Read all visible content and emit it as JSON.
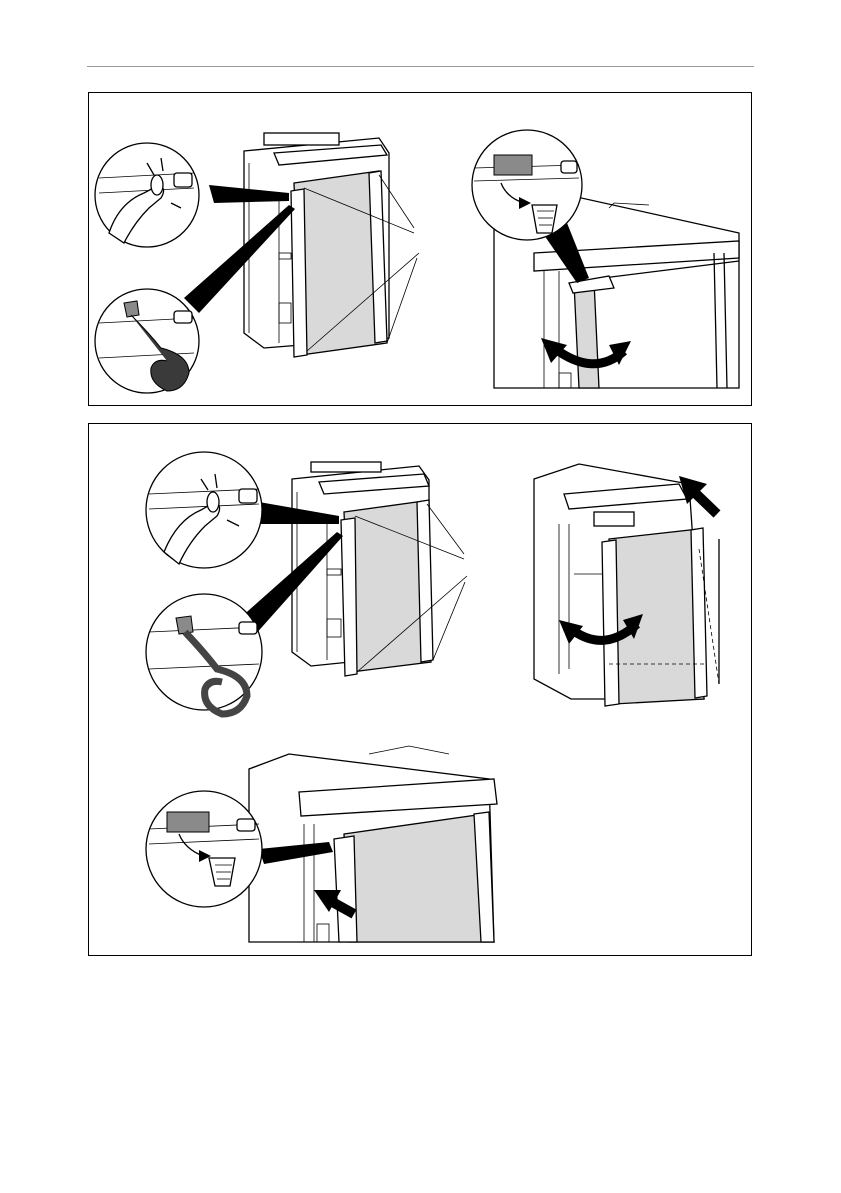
{
  "page": {
    "background": "#ffffff",
    "rule_color": "#9a9a9a",
    "door_panel_color": "#d9d9d9"
  },
  "figures": [
    {
      "scenes": [
        {
          "illustration": "fridge-door-panel-removal-left",
          "icons": [
            "finger-press-icon",
            "tape-roll-icon"
          ]
        },
        {
          "illustration": "fridge-door-hinge-swap-right",
          "icons": [
            "trash-basket-icon",
            "curved-double-arrow-icon"
          ]
        }
      ]
    },
    {
      "scenes": [
        {
          "illustration": "fridge-door-panel-removal-left",
          "icons": [
            "finger-press-icon",
            "tape-roll-icon"
          ]
        },
        {
          "illustration": "fridge-door-reversed-open",
          "icons": [
            "curved-double-arrow-icon",
            "straight-arrow-icon"
          ]
        },
        {
          "illustration": "fridge-door-reattach-bottom",
          "icons": [
            "trash-basket-icon",
            "straight-arrow-icon"
          ]
        }
      ]
    }
  ]
}
